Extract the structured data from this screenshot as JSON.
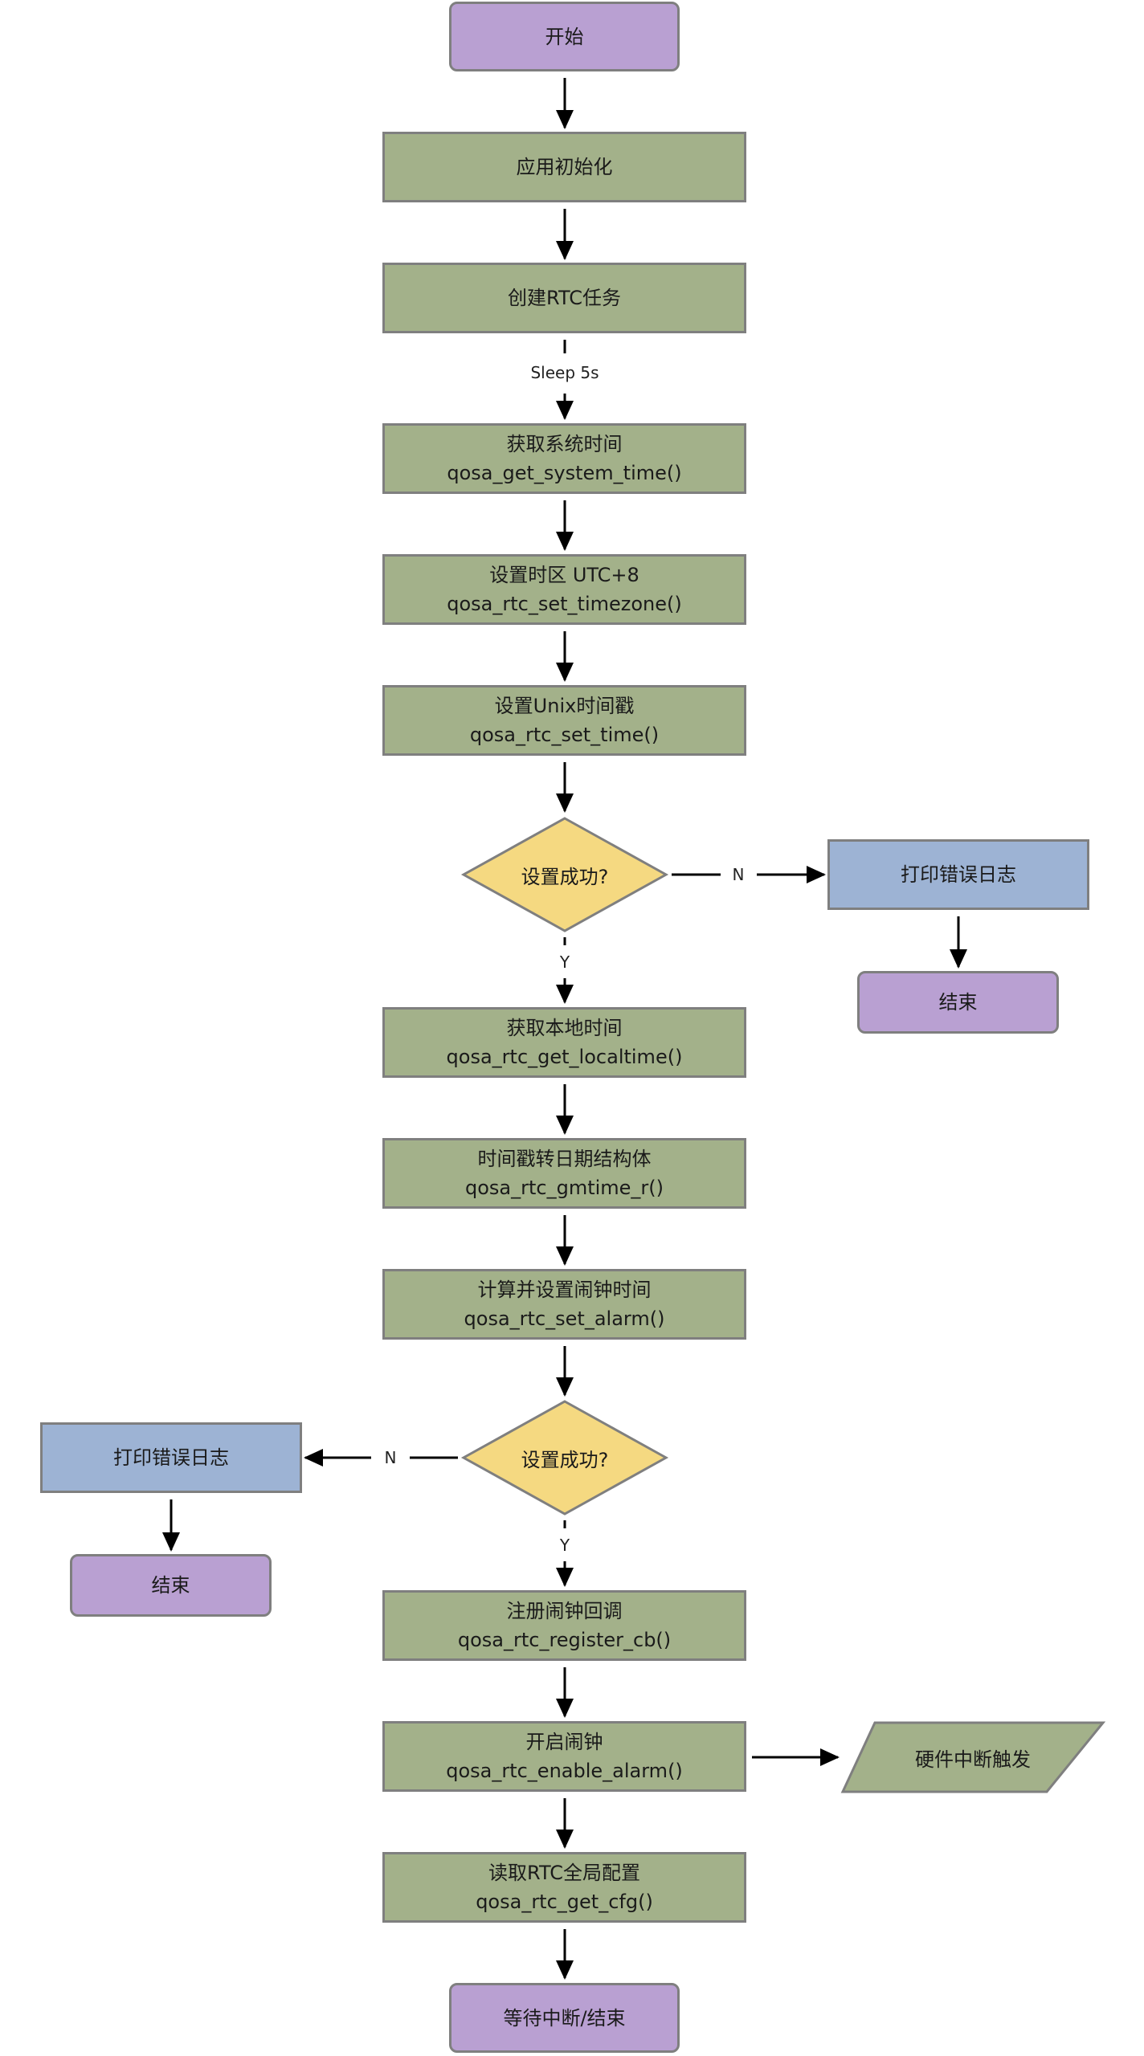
{
  "diagram": {
    "nodes": {
      "start": "开始",
      "init": "应用初始化",
      "create_task": "创建RTC任务",
      "get_sys_time": {
        "label": "获取系统时间",
        "func": "qosa_get_system_time()"
      },
      "set_tz": {
        "label": "设置时区 UTC+8",
        "func": "qosa_rtc_set_timezone()"
      },
      "set_time": {
        "label": "设置Unix时间戳",
        "func": "qosa_rtc_set_time()"
      },
      "decision1": "设置成功?",
      "err1": "打印错误日志",
      "end1": "结束",
      "get_local": {
        "label": "获取本地时间",
        "func": "qosa_rtc_get_localtime()"
      },
      "gmtime": {
        "label": "时间戳转日期结构体",
        "func": "qosa_rtc_gmtime_r()"
      },
      "set_alarm": {
        "label": "计算并设置闹钟时间",
        "func": "qosa_rtc_set_alarm()"
      },
      "decision2": "设置成功?",
      "err2": "打印错误日志",
      "end2": "结束",
      "register_cb": {
        "label": "注册闹钟回调",
        "func": "qosa_rtc_register_cb()"
      },
      "enable_alarm": {
        "label": "开启闹钟",
        "func": "qosa_rtc_enable_alarm()"
      },
      "hw_irq": "硬件中断触发",
      "get_cfg": {
        "label": "读取RTC全局配置",
        "func": "qosa_rtc_get_cfg()"
      },
      "wait_end": "等待中断/结束"
    },
    "edges": {
      "sleep": "Sleep 5s",
      "d1_yes": "Y",
      "d1_no": "N",
      "d2_yes": "Y",
      "d2_no": "N"
    },
    "colors": {
      "terminal": "#b9a0d2",
      "process": "#a3b18a",
      "decision": "#f5d981",
      "error": "#9db3d4",
      "io": "#a3b18a",
      "border": "#7f7f7f"
    }
  }
}
